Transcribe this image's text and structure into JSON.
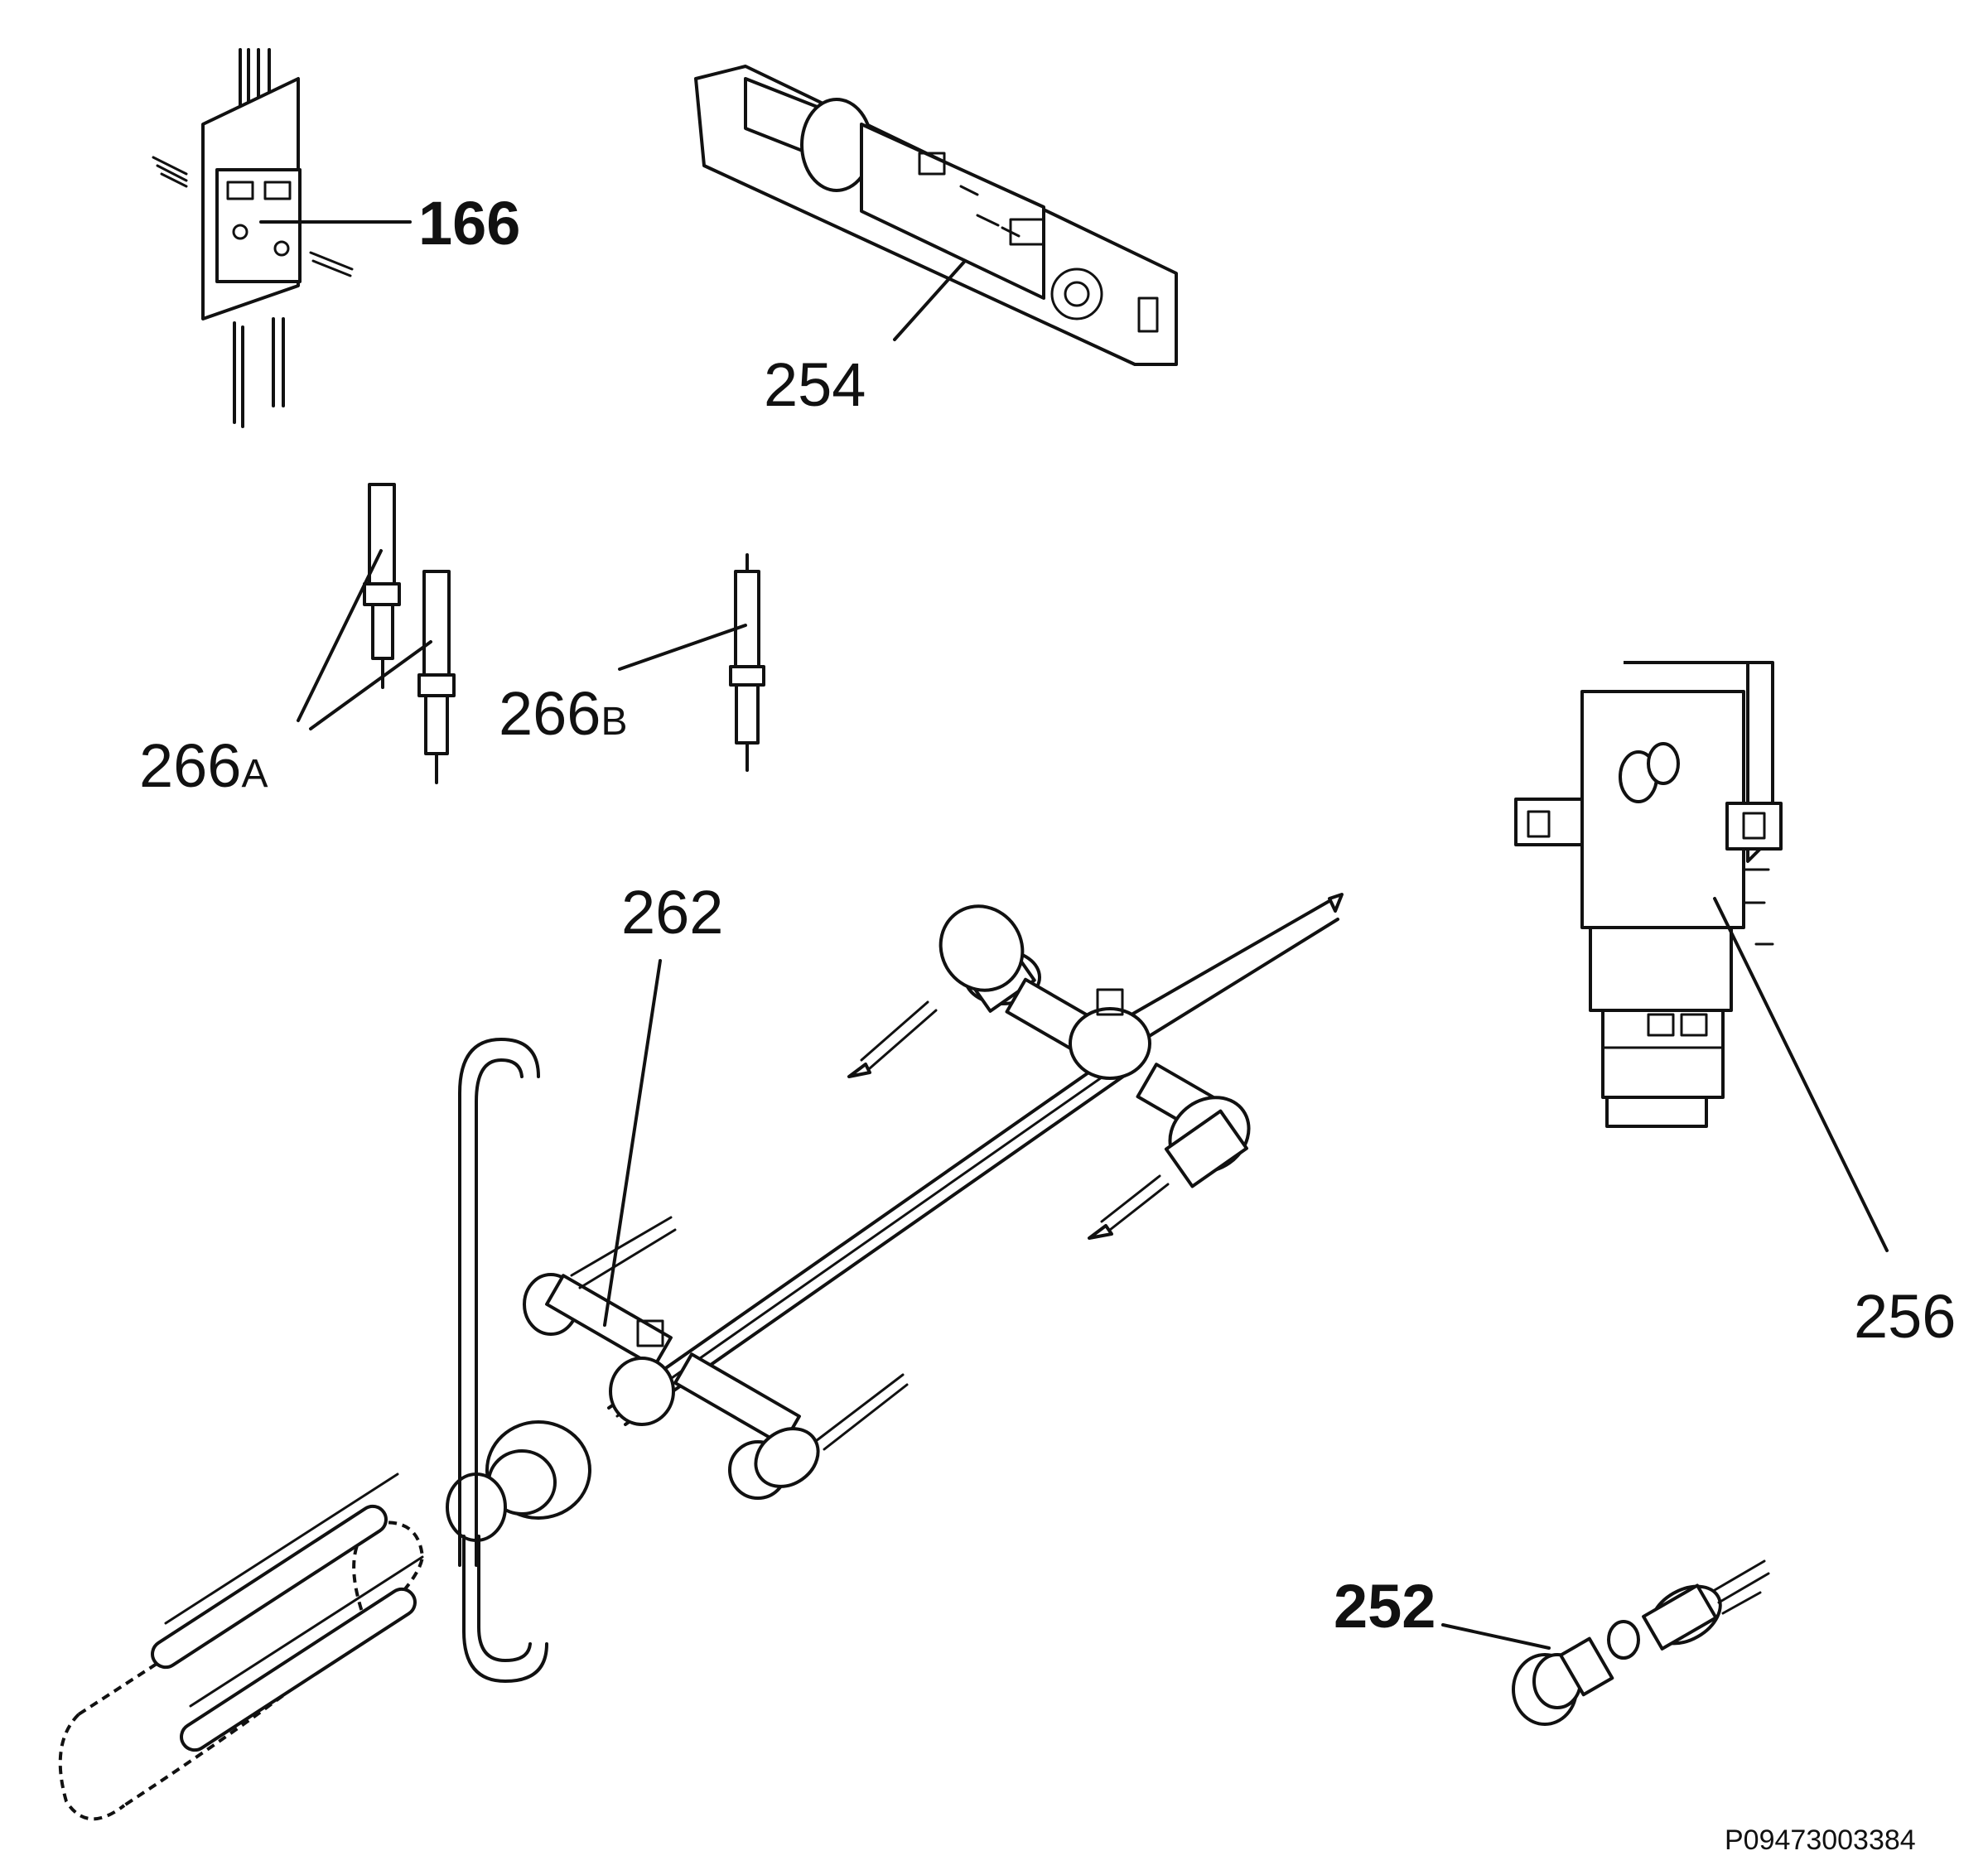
{
  "callouts": {
    "c166": "166",
    "c254": "254",
    "c266a_num": "266",
    "c266a_suf": "A",
    "c266b_num": "266",
    "c266b_suf": "B",
    "c262": "262",
    "c256": "256",
    "c252": "252"
  },
  "part_number": "P09473003384"
}
